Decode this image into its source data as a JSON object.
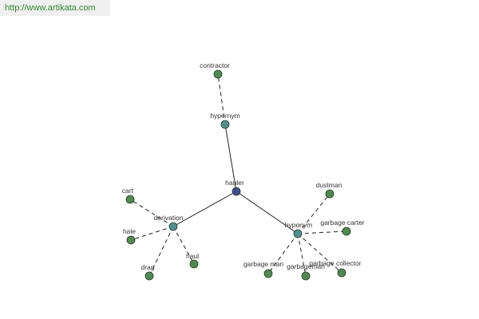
{
  "banner": {
    "url_text": "http://www.artikata.com"
  },
  "colors": {
    "center_node": "#3b4f8f",
    "relation_node": "#4f8f8f",
    "leaf_node": "#4f8a4f",
    "node_stroke": "#2a3a2a",
    "edge": "#222222",
    "label": "#333333",
    "banner_text": "#2e8b2e"
  },
  "graph": {
    "center": {
      "id": "hauler",
      "label": "hauler"
    },
    "relations": [
      {
        "id": "hypernym",
        "label": "hypernym",
        "leaves": [
          {
            "id": "contractor",
            "label": "contractor"
          }
        ]
      },
      {
        "id": "derivation",
        "label": "derivation",
        "leaves": [
          {
            "id": "cart",
            "label": "cart"
          },
          {
            "id": "hale",
            "label": "hale"
          },
          {
            "id": "drag",
            "label": "drag"
          },
          {
            "id": "haul",
            "label": "haul"
          }
        ]
      },
      {
        "id": "hyponym",
        "label": "hyponym",
        "leaves": [
          {
            "id": "dustman",
            "label": "dustman"
          },
          {
            "id": "garbage-carter",
            "label": "garbage carter"
          },
          {
            "id": "garbage-collector",
            "label": "garbage collector"
          },
          {
            "id": "garbageman",
            "label": "garbageman"
          },
          {
            "id": "garbage-man",
            "label": "garbage man"
          }
        ]
      }
    ]
  }
}
